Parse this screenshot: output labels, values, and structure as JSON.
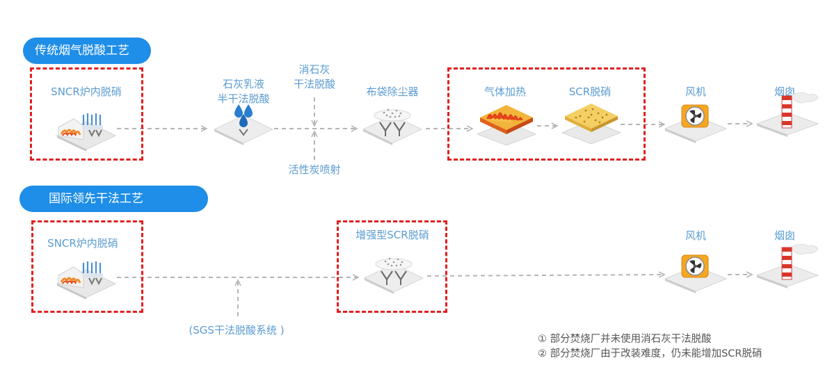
{
  "colors": {
    "accent_blue": "#1e8ee8",
    "label_blue": "#5a9bd1",
    "highlight_red": "#e02020",
    "arrow_gray": "#b5b5b5"
  },
  "traditional": {
    "title": "传统烟气脱酸工艺",
    "sncr": "SNCR炉内脱硝",
    "lime_slurry": [
      "石灰乳液",
      "半干法脱酸"
    ],
    "slaked_lime": [
      "消石灰",
      "干法脱酸"
    ],
    "activated_carbon": "活性炭喷射",
    "bag_filter": "布袋除尘器",
    "gas_heating": "气体加热",
    "scr": "SCR脱硝",
    "fan": "风机",
    "chimney": "烟囱"
  },
  "advanced": {
    "title": "国际领先干法工艺",
    "sncr": "SNCR炉内脱硝",
    "enhanced_scr": "增强型SCR脱硝",
    "sgs": "(SGS干法脱酸系统 )",
    "fan": "风机",
    "chimney": "烟囱"
  },
  "notes": [
    "① 部分焚烧厂并未使用消石灰干法脱酸",
    "② 部分焚烧厂由于改装难度，仍未能增加SCR脱硝"
  ],
  "icons": [
    "furnace-icon",
    "water-drops-icon",
    "bag-filter-icon",
    "flame-heater-icon",
    "catalyst-icon",
    "fan-icon",
    "chimney-icon"
  ]
}
